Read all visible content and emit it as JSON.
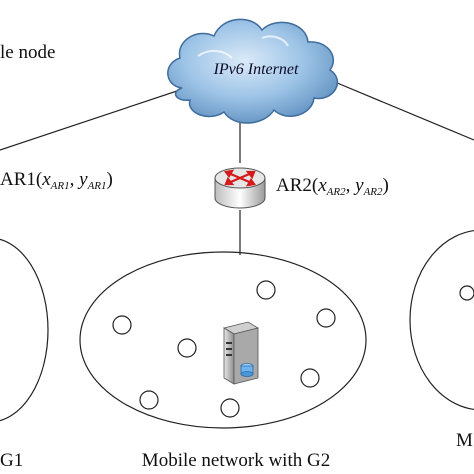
{
  "legend": {
    "mobile_node_label": "le node"
  },
  "internet": {
    "label": "IPv6 Internet",
    "icon": "cloud-icon",
    "color": "#8fb8df"
  },
  "access_routers": [
    {
      "prefix": "AR1(",
      "x_var": "x",
      "x_sub": "AR1",
      "sep": ", ",
      "y_var": "y",
      "y_sub": "AR1",
      "suffix": ")"
    },
    {
      "prefix": "AR2(",
      "x_var": "x",
      "x_sub": "AR2",
      "sep": ", ",
      "y_var": "y",
      "y_sub": "AR2",
      "suffix": ")",
      "icon": "router-icon"
    }
  ],
  "networks": [
    {
      "label": "G1"
    },
    {
      "label": "Mobile network with G2",
      "icon": "server-icon"
    },
    {
      "label": "M"
    }
  ]
}
